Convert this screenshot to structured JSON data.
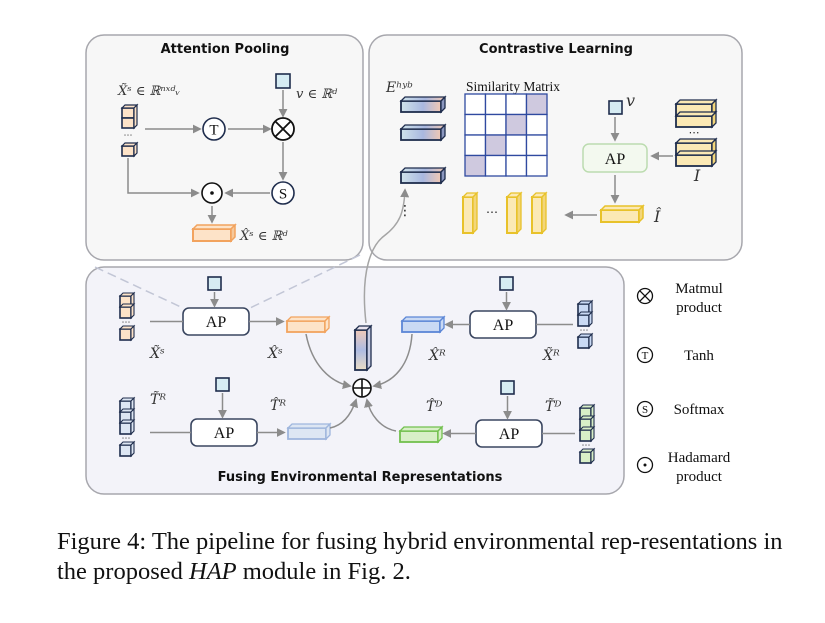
{
  "panels": {
    "attention_pooling": {
      "title": "Attention Pooling",
      "input_label": "X̃ˢ ∈ ℝⁿˣᵈᵥ",
      "query_label": "v ∈ ℝᵈ",
      "output_label": "X̂ˢ ∈ ℝᵈ",
      "ops": {
        "tanh": "T",
        "matmul": "⊗",
        "softmax": "S",
        "hadamard": "⊙"
      }
    },
    "contrastive_learning": {
      "title": "Contrastive Learning",
      "embedding_label": "Eʰʸᵇ",
      "matrix_label": "Similarity Matrix",
      "query_label": "v",
      "ap_label": "AP",
      "input_label": "I",
      "output_label": "Î",
      "ellipsis": "⋯",
      "vdots": "⋮",
      "matrix_highlight": [
        [
          0,
          3
        ],
        [
          1,
          2
        ],
        [
          2,
          1
        ],
        [
          3,
          0
        ]
      ]
    },
    "fusing": {
      "title": "Fusing Environmental Representations",
      "ap_label": "AP",
      "sum_op": "⊕",
      "branches": [
        {
          "id": "xs",
          "input_label": "X̃ˢ",
          "output_label": "X̂ˢ",
          "color": "#f2a35e",
          "fill": "#fde3c8"
        },
        {
          "id": "tr",
          "input_label": "T̃ᴿ",
          "output_label": "T̂ᴿ",
          "color": "#9fb6dd",
          "fill": "#dde6f3"
        },
        {
          "id": "xr",
          "input_label": "X̃ᴿ",
          "output_label": "X̂ᴿ",
          "color": "#5b86d6",
          "fill": "#c9d9f4"
        },
        {
          "id": "td",
          "input_label": "T̃ᴰ",
          "output_label": "T̂ᴰ",
          "color": "#72c04e",
          "fill": "#d8efc7"
        }
      ]
    }
  },
  "legend": [
    {
      "icon": "matmul-icon",
      "symbol": "⊗",
      "line1": "Matmul",
      "line2": "product"
    },
    {
      "icon": "tanh-icon",
      "symbol": "T",
      "line1": "Tanh",
      "line2": ""
    },
    {
      "icon": "softmax-icon",
      "symbol": "S",
      "line1": "Softmax",
      "line2": ""
    },
    {
      "icon": "hadamard-icon",
      "symbol": "⊙",
      "line1": "Hadamard",
      "line2": "product"
    }
  ],
  "caption": {
    "prefix": "Figure 4: The pipeline for fusing hybrid environmental rep-resentations in the proposed ",
    "emphasis": "HAP",
    "suffix": " module in Fig. 2."
  },
  "colors": {
    "panel_bg": "#f7f7f7",
    "fusing_bg": "#f3f3f9",
    "panel_border": "#a7a7ad",
    "stroke_dark": "#1f2d4d",
    "arrow": "#8c8c8c",
    "query_fill": "#d6ecf3",
    "orange": "#f2a35e",
    "yellow": "#e8c22a",
    "yellow_fill": "#fbe9b5",
    "matrix_line": "#2f4aa0",
    "matrix_fill": "#cfc9df"
  }
}
